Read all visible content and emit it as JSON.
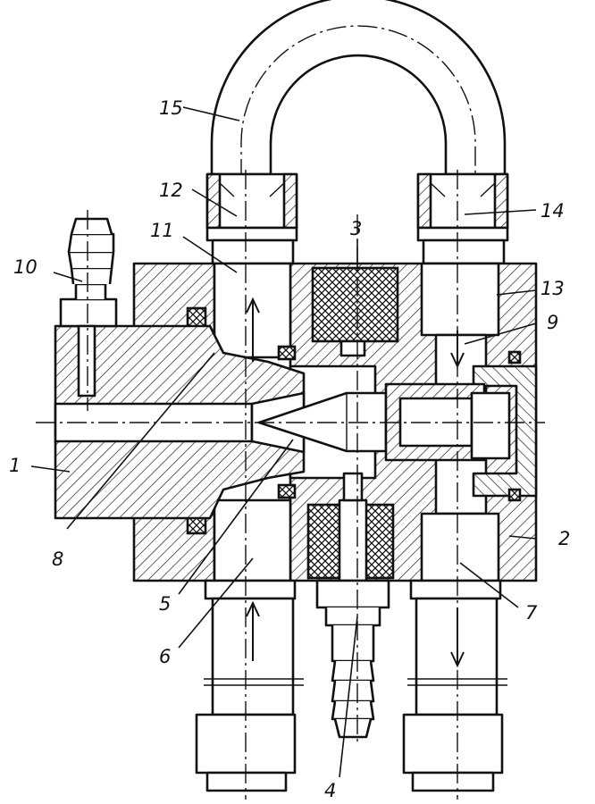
{
  "diagram": {
    "labels": [
      "1",
      "2",
      "3",
      "4",
      "5",
      "6",
      "7",
      "8",
      "9",
      "10",
      "11",
      "12",
      "13",
      "14",
      "15"
    ]
  }
}
